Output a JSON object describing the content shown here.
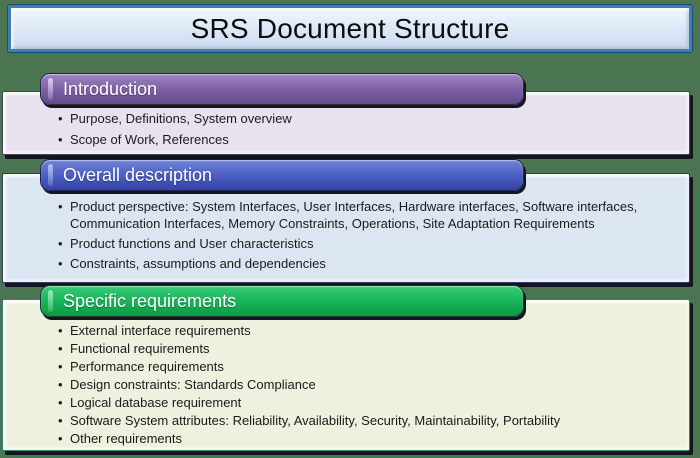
{
  "background_color": "#4a7550",
  "title_bar": {
    "text": "SRS Document Structure",
    "border_color": "#3e7fb2",
    "fill_top": "#f1f6fd",
    "fill_bottom": "#cddcf1",
    "text_color": "#0d0d0d"
  },
  "sections": [
    {
      "heading": "Introduction",
      "colors": {
        "bar_top": "#9e84c3",
        "bar_mid": "#7b5ea3",
        "bar_bottom": "#654a8d",
        "stripe": "#d8cbec",
        "panel_bg": "#e8e2ef",
        "panel_border": "#494364"
      },
      "bullets": [
        "Purpose, Definitions, System overview",
        "Scope of Work, References"
      ]
    },
    {
      "heading": "Overall description",
      "colors": {
        "bar_top": "#7083d8",
        "bar_mid": "#4a5cc0",
        "bar_bottom": "#3443a6",
        "stripe": "#aebcee",
        "panel_bg": "#dce6f2",
        "panel_border": "#333b66"
      },
      "bullets": [
        "Product perspective: System Interfaces, User Interfaces, Hardware interfaces, Software interfaces, Communication Interfaces, Memory Constraints, Operations, Site Adaptation Requirements",
        "Product functions and User characteristics",
        "Constraints, assumptions and dependencies"
      ]
    },
    {
      "heading": "Specific requirements",
      "colors": {
        "bar_top": "#3acb78",
        "bar_mid": "#17b257",
        "bar_bottom": "#0c9a43",
        "stripe": "#93ecbc",
        "panel_bg": "#edf1dd",
        "panel_border": "#2f8480"
      },
      "bullets": [
        "External interface requirements",
        "Functional requirements",
        "Performance  requirements",
        "Design constraints: Standards Compliance",
        "Logical database requirement",
        "Software System attributes: Reliability, Availability, Security, Maintainability, Portability",
        "Other requirements"
      ]
    }
  ]
}
